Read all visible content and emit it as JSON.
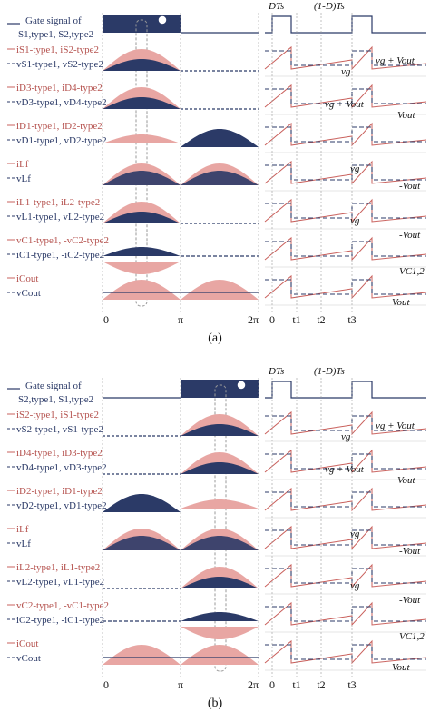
{
  "panels": [
    {
      "caption": "(a)",
      "gate_label_1": "Gate signal of",
      "gate_label_2": "S1,type1, S2,type2",
      "rows": [
        {
          "r": "iS1-type1, iS2-type2",
          "b": "vS1-type1, vS2-type2"
        },
        {
          "r": "iD3-type1, iD4-type2",
          "b": "vD3-type1, vD4-type2"
        },
        {
          "r": "iD1-type1, iD2-type2",
          "b": "vD1-type1, vD2-type2"
        },
        {
          "r": "iLf",
          "b": "vLf"
        },
        {
          "r": "iL1-type1, iL2-type2",
          "b": "vL1-type1, vL2-type2"
        },
        {
          "r": "vC1-type1, -vC2-type2",
          "b": "iC1-type1, -iC2-type2"
        },
        {
          "r": "iCout",
          "b": "vCout"
        }
      ],
      "annotations": [
        "vg",
        "vg + Vout",
        "vg + Vout",
        "Vout",
        "vg",
        "-Vout",
        "vg",
        "-Vout",
        "VC1,2",
        "Vout"
      ]
    },
    {
      "caption": "(b)",
      "gate_label_1": "Gate signal of",
      "gate_label_2": "S2,type1, S1,type2",
      "rows": [
        {
          "r": "iS2-type1, iS1-type2",
          "b": "vS2-type1, vS1-type2"
        },
        {
          "r": "iD4-type1, iD3-type2",
          "b": "vD4-type1, vD3-type2"
        },
        {
          "r": "iD2-type1, iD1-type2",
          "b": "vD2-type1, vD1-type2"
        },
        {
          "r": "iLf",
          "b": "vLf"
        },
        {
          "r": "iL2-type1, iL1-type2",
          "b": "vL2-type1, vL1-type2"
        },
        {
          "r": "vC2-type1, -vC1-type2",
          "b": "iC2-type1, -iC1-type2"
        },
        {
          "r": "iCout",
          "b": "vCout"
        }
      ],
      "annotations": [
        "vg",
        "vg + Vout",
        "vg + Vout",
        "Vout",
        "vg",
        "-Vout",
        "vg",
        "-Vout",
        "VC1,2",
        "Vout"
      ]
    }
  ],
  "x_ticks": [
    "0",
    "π",
    "2π"
  ],
  "t_ticks": [
    "0",
    "t1",
    "t2",
    "t3"
  ],
  "duty_label": "DTs",
  "off_label": "(1-D)Ts",
  "colors": {
    "navy": "#2b3a67",
    "salmon": "#e8a6a3",
    "red": "#c9605c",
    "grid": "#999999"
  },
  "icons": [
    "zoom-icon"
  ]
}
